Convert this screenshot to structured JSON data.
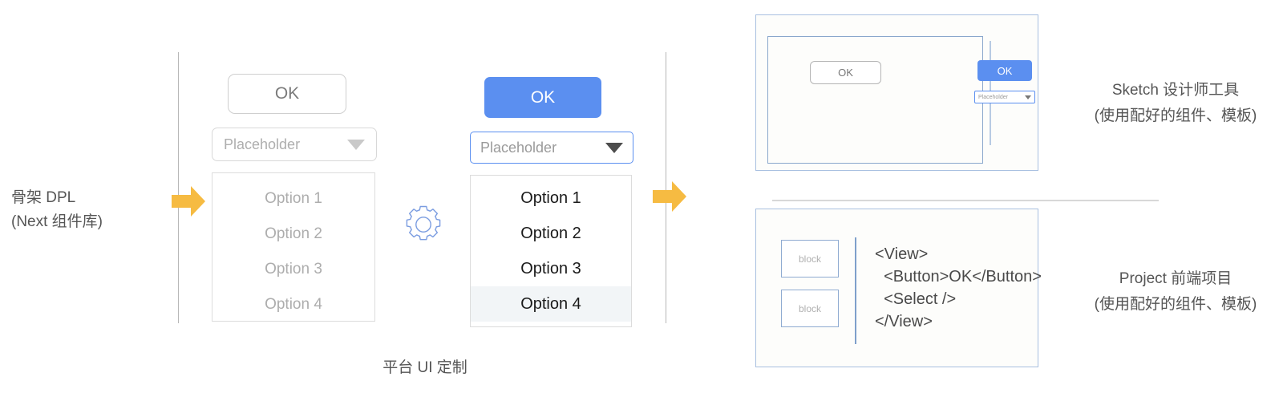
{
  "left_caption": {
    "line1": "骨架 DPL",
    "line2": "(Next 组件库)"
  },
  "platform_caption": "平台 UI 定制",
  "skeleton": {
    "button_label": "OK",
    "select_placeholder": "Placeholder",
    "options": [
      "Option 1",
      "Option 2",
      "Option 3",
      "Option 4"
    ]
  },
  "styled": {
    "button_label": "OK",
    "select_placeholder": "Placeholder",
    "options": [
      "Option 1",
      "Option 2",
      "Option 3",
      "Option 4"
    ],
    "selected_option": "Option 4",
    "accent_color": "#5b8ff0"
  },
  "gear": {
    "icon": "gear-icon",
    "color": "#7a9ce0"
  },
  "arrows": {
    "icon": "right-arrow-icon",
    "color": "#f6bb42"
  },
  "sketch_panel": {
    "button_label": "OK",
    "mini_button_label": "OK",
    "mini_select_placeholder": "Placeholder",
    "border_color": "#a9c0e0"
  },
  "sketch_caption": {
    "line1": "Sketch 设计师工具",
    "line2": "(使用配好的组件、模板)"
  },
  "project_panel": {
    "block_1_label": "block",
    "block_2_label": "block",
    "code": "<View>\n  <Button>OK</Button>\n  <Select />\n</View>"
  },
  "project_caption": {
    "line1": "Project 前端项目",
    "line2": "(使用配好的组件、模板)"
  }
}
